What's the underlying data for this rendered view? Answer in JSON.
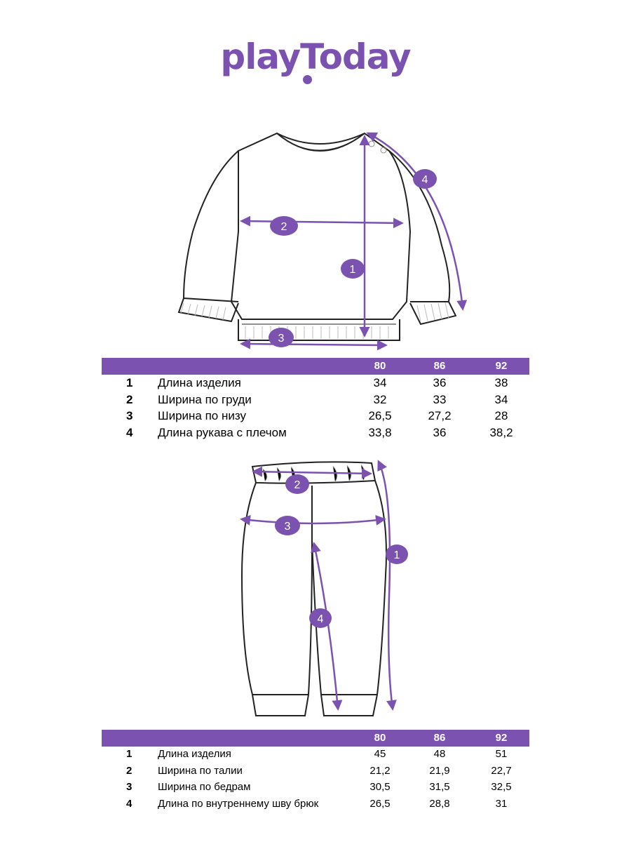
{
  "brand": {
    "logo_text": "playToday",
    "color": "#7b52b0"
  },
  "sweatshirt": {
    "markers": [
      "1",
      "2",
      "3",
      "4"
    ],
    "table": {
      "sizes": [
        "80",
        "86",
        "92"
      ],
      "rows": [
        {
          "num": "1",
          "label": "Длина изделия",
          "values": [
            "34",
            "36",
            "38"
          ]
        },
        {
          "num": "2",
          "label": "Ширина по груди",
          "values": [
            "32",
            "33",
            "34"
          ]
        },
        {
          "num": "3",
          "label": "Ширина по низу",
          "values": [
            "26,5",
            "27,2",
            "28"
          ]
        },
        {
          "num": "4",
          "label": "Длина рукава с плечом",
          "values": [
            "33,8",
            "36",
            "38,2"
          ]
        }
      ]
    }
  },
  "pants": {
    "markers": [
      "1",
      "2",
      "3",
      "4"
    ],
    "table": {
      "sizes": [
        "80",
        "86",
        "92"
      ],
      "rows": [
        {
          "num": "1",
          "label": "Длина изделия",
          "values": [
            "45",
            "48",
            "51"
          ]
        },
        {
          "num": "2",
          "label": "Ширина по талии",
          "values": [
            "21,2",
            "21,9",
            "22,7"
          ]
        },
        {
          "num": "3",
          "label": "Ширина по бедрам",
          "values": [
            "30,5",
            "31,5",
            "32,5"
          ]
        },
        {
          "num": "4",
          "label": "Длина по внутреннему шву брюк",
          "values": [
            "26,5",
            "28,8",
            "31"
          ]
        }
      ]
    }
  }
}
